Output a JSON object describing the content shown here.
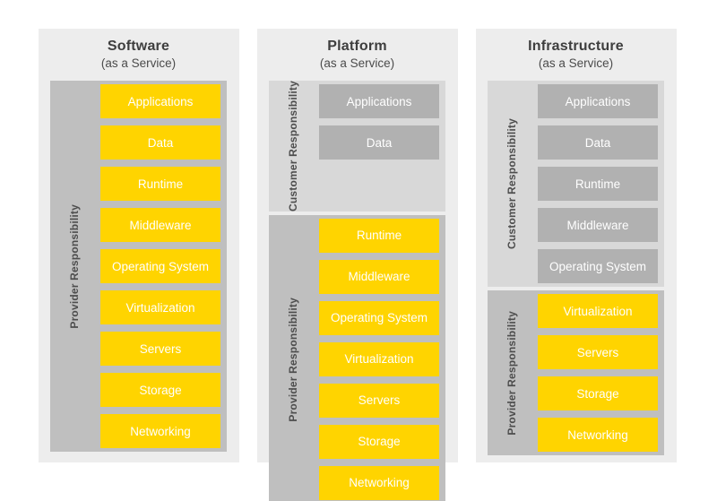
{
  "diagram_title": "Cloud service models responsibility diagram",
  "colors": {
    "panel_bg": "#ededed",
    "customer_section_bg": "#d8d8d8",
    "provider_section_bg": "#bfbfbf",
    "customer_box": "#b1b1b1",
    "provider_box": "#ffd400",
    "title_text": "#3e3e3e",
    "subtitle_text": "#4b4b4b",
    "responsibility_label_text": "#4d4d4d",
    "box_text": "#ffffff"
  },
  "columns": [
    {
      "title": "Software",
      "subtitle": "(as a Service)",
      "sections": [
        {
          "type": "provider",
          "label": "Provider Responsibility",
          "items": [
            "Applications",
            "Data",
            "Runtime",
            "Middleware",
            "Operating System",
            "Virtualization",
            "Servers",
            "Storage",
            "Networking"
          ]
        }
      ]
    },
    {
      "title": "Platform",
      "subtitle": "(as a Service)",
      "sections": [
        {
          "type": "customer",
          "label": "Customer Responsibility",
          "items": [
            "Applications",
            "Data"
          ]
        },
        {
          "type": "provider",
          "label": "Provider Responsibility",
          "items": [
            "Runtime",
            "Middleware",
            "Operating System",
            "Virtualization",
            "Servers",
            "Storage",
            "Networking"
          ]
        }
      ]
    },
    {
      "title": "Infrastructure",
      "subtitle": "(as a Service)",
      "sections": [
        {
          "type": "customer",
          "label": "Customer Responsibility",
          "items": [
            "Applications",
            "Data",
            "Runtime",
            "Middleware",
            "Operating System"
          ]
        },
        {
          "type": "provider",
          "label": "Provider Responsibility",
          "items": [
            "Virtualization",
            "Servers",
            "Storage",
            "Networking"
          ]
        }
      ]
    }
  ]
}
